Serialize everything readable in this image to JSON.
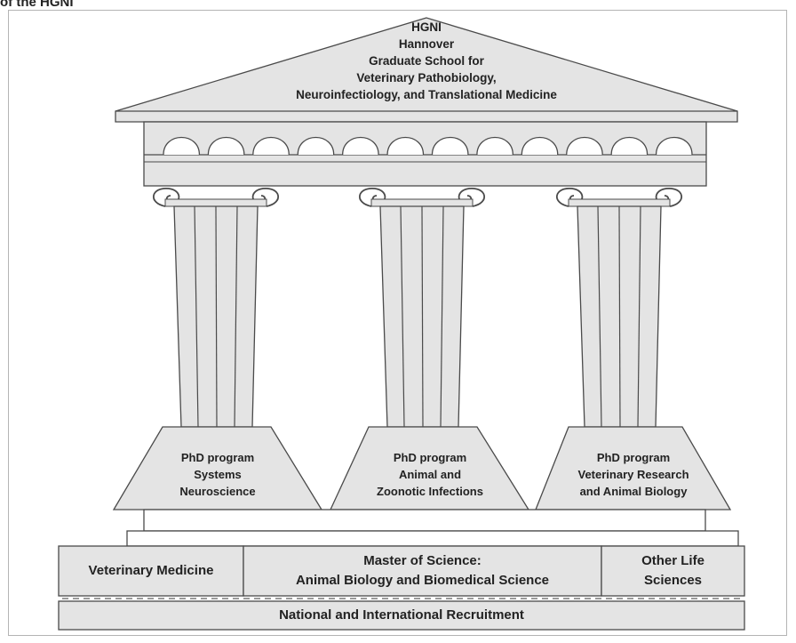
{
  "caption": "of the HGNI",
  "pediment": {
    "lines": [
      "HGNI",
      "Hannover",
      "Graduate School for",
      "Veterinary Pathobiology,",
      "Neuroinfectiology, and Translational Medicine"
    ]
  },
  "programs": [
    {
      "lines": [
        "PhD program",
        "Systems",
        "Neuroscience"
      ]
    },
    {
      "lines": [
        "PhD program",
        "Animal and",
        "Zoonotic Infections"
      ]
    },
    {
      "lines": [
        "PhD program",
        "Veterinary Research",
        "and Animal Biology"
      ]
    }
  ],
  "foundation": {
    "veterinary_medicine": "Veterinary Medicine",
    "master_line1": "Master of Science:",
    "master_line2": "Animal Biology and Biomedical Science",
    "other_line1": "Other Life",
    "other_line2": "Sciences",
    "recruitment": "National and International Recruitment"
  },
  "colors": {
    "fill": "#e4e4e4",
    "stroke": "#4a4a4a",
    "dashed": "#9a9a9a"
  }
}
